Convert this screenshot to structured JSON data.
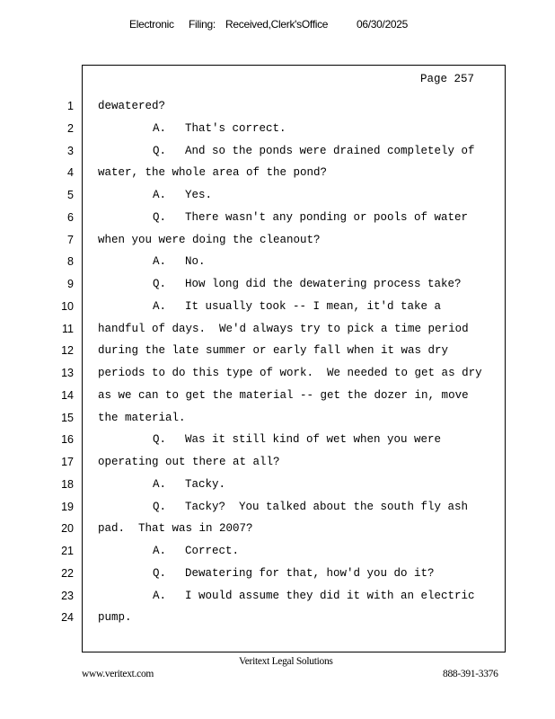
{
  "header": {
    "label1": "Electronic",
    "label2": "Filing:",
    "label3": "Received,Clerk'sOffice",
    "date": "06/30/2025"
  },
  "page_label": "Page 257",
  "lines": [
    {
      "num": "1",
      "speaker": "",
      "text": "dewatered?"
    },
    {
      "num": "2",
      "speaker": "A.",
      "text": "That's correct."
    },
    {
      "num": "3",
      "speaker": "Q.",
      "text": "And so the ponds were drained completely of"
    },
    {
      "num": "4",
      "speaker": "",
      "text": "water, the whole area of the pond?"
    },
    {
      "num": "5",
      "speaker": "A.",
      "text": "Yes."
    },
    {
      "num": "6",
      "speaker": "Q.",
      "text": "There wasn't any ponding or pools of water"
    },
    {
      "num": "7",
      "speaker": "",
      "text": "when you were doing the cleanout?"
    },
    {
      "num": "8",
      "speaker": "A.",
      "text": "No."
    },
    {
      "num": "9",
      "speaker": "Q.",
      "text": "How long did the dewatering process take?"
    },
    {
      "num": "10",
      "speaker": "A.",
      "text": "It usually took -- I mean, it'd take a"
    },
    {
      "num": "11",
      "speaker": "",
      "text": "handful of days.  We'd always try to pick a time period"
    },
    {
      "num": "12",
      "speaker": "",
      "text": "during the late summer or early fall when it was dry"
    },
    {
      "num": "13",
      "speaker": "",
      "text": "periods to do this type of work.  We needed to get as dry"
    },
    {
      "num": "14",
      "speaker": "",
      "text": "as we can to get the material -- get the dozer in, move"
    },
    {
      "num": "15",
      "speaker": "",
      "text": "the material."
    },
    {
      "num": "16",
      "speaker": "Q.",
      "text": "Was it still kind of wet when you were"
    },
    {
      "num": "17",
      "speaker": "",
      "text": "operating out there at all?"
    },
    {
      "num": "18",
      "speaker": "A.",
      "text": "Tacky."
    },
    {
      "num": "19",
      "speaker": "Q.",
      "text": "Tacky?  You talked about the south fly ash"
    },
    {
      "num": "20",
      "speaker": "",
      "text": "pad.  That was in 2007?"
    },
    {
      "num": "21",
      "speaker": "A.",
      "text": "Correct."
    },
    {
      "num": "22",
      "speaker": "Q.",
      "text": "Dewatering for that, how'd you do it?"
    },
    {
      "num": "23",
      "speaker": "A.",
      "text": "I would assume they did it with an electric"
    },
    {
      "num": "24",
      "speaker": "",
      "text": "pump."
    }
  ],
  "footer": {
    "company": "Veritext   Legal   Solutions",
    "website": "www.veritext.com",
    "phone": "888-391-3376"
  }
}
